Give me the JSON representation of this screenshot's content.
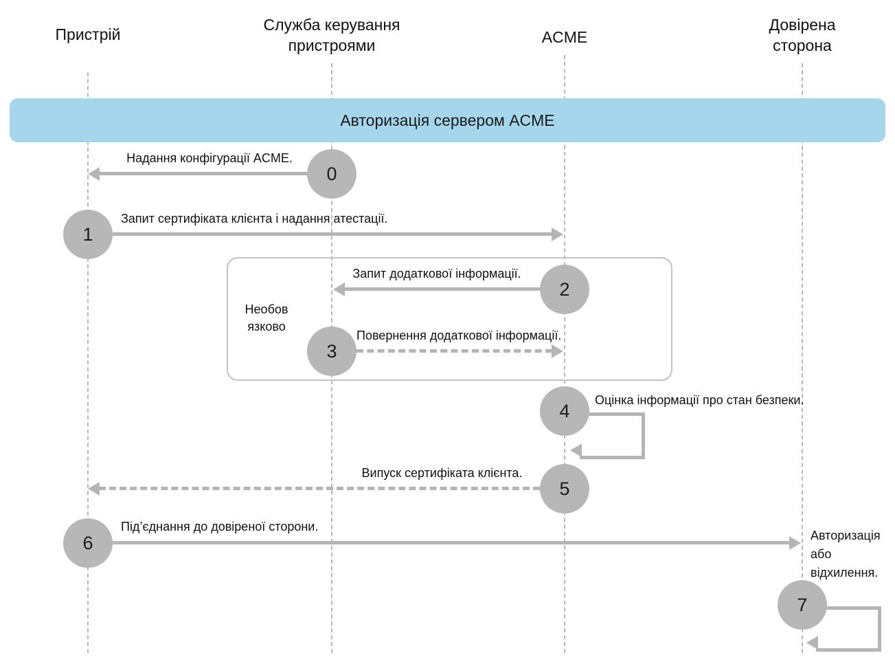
{
  "lanes": [
    {
      "label": "Пристрій"
    },
    {
      "label": "Служба керування пристроями"
    },
    {
      "label": "ACME"
    },
    {
      "label": "Довірена сторона"
    }
  ],
  "banner": {
    "label": "Авторизація сервером ACME"
  },
  "optional": {
    "label": "Необов\nязково"
  },
  "steps": [
    {
      "num": "0",
      "message": "Надання конфігурації ACME."
    },
    {
      "num": "1",
      "message": "Запит сертифіката клієнта і надання атестації."
    },
    {
      "num": "2",
      "message": "Запит додаткової інформації."
    },
    {
      "num": "3",
      "message": "Повернення додаткової інформації."
    },
    {
      "num": "4",
      "message": "Оцінка інформації про стан безпеки."
    },
    {
      "num": "5",
      "message": "Випуск сертифіката клієнта."
    },
    {
      "num": "6",
      "message": "Під’єднання до довіреної сторони."
    },
    {
      "num": "7",
      "message": ""
    }
  ],
  "outcome": {
    "label": "Авторизація або відхилення."
  },
  "colors": {
    "banner": "#a5d6ec",
    "arrow": "#b5b5b5",
    "circle": "#b7b7b7",
    "lifeline": "#b9b9b9"
  }
}
